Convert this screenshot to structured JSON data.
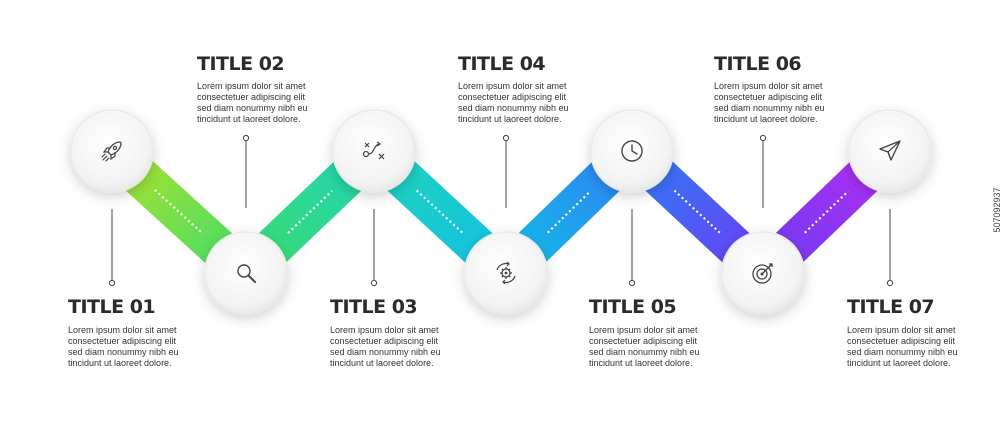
{
  "colors": {
    "gradient": [
      "#b3e22b",
      "#3ddc6b",
      "#1fd4b8",
      "#12bfe6",
      "#2f7ef5",
      "#6a3cf3",
      "#b52cf0"
    ],
    "circle_fill": "#f4f4f4",
    "line": "#444444",
    "text": "#2b2b2b"
  },
  "side_text": "507092937",
  "steps": [
    {
      "title": "TITLE 01",
      "icon": "rocket-icon",
      "lines": [
        "Lorem ipsum dolor sit amet",
        "consectetuer adipiscing elit",
        "sed diam nonummy nibh eu",
        "tincidunt ut laoreet dolore."
      ]
    },
    {
      "title": "TITLE 02",
      "icon": "magnifier-icon",
      "lines": [
        "Lorem ipsum dolor sit amet",
        "consectetuer adipiscing elit",
        "sed diam nonummy nibh eu",
        "tincidunt ut laoreet dolore."
      ]
    },
    {
      "title": "TITLE 03",
      "icon": "strategy-icon",
      "lines": [
        "Lorem ipsum dolor sit amet",
        "consectetuer adipiscing elit",
        "sed diam nonummy nibh eu",
        "tincidunt ut laoreet dolore."
      ]
    },
    {
      "title": "TITLE 04",
      "icon": "gear-cycle-icon",
      "lines": [
        "Lorem ipsum dolor sit amet",
        "consectetuer adipiscing elit",
        "sed diam nonummy nibh eu",
        "tincidunt ut laoreet dolore."
      ]
    },
    {
      "title": "TITLE 05",
      "icon": "clock-icon",
      "lines": [
        "Lorem ipsum dolor sit amet",
        "consectetuer adipiscing elit",
        "sed diam nonummy nibh eu",
        "tincidunt ut laoreet dolore."
      ]
    },
    {
      "title": "TITLE 06",
      "icon": "target-icon",
      "lines": [
        "Lorem ipsum dolor sit amet",
        "consectetuer adipiscing elit",
        "sed diam nonummy nibh eu",
        "tincidunt ut laoreet dolore."
      ]
    },
    {
      "title": "TITLE 07",
      "icon": "paper-plane-icon",
      "lines": [
        "Lorem ipsum dolor sit amet",
        "consectetuer adipiscing elit",
        "sed diam nonummy nibh eu",
        "tincidunt ut laoreet dolore."
      ]
    }
  ]
}
